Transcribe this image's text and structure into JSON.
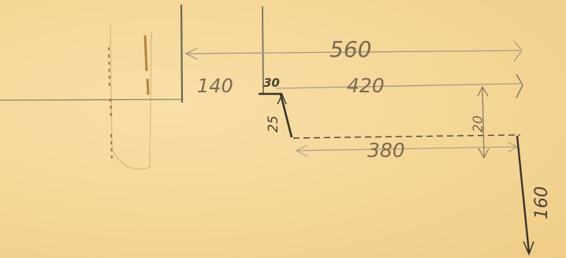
{
  "drawing": {
    "dimensions": {
      "overall_length": "560",
      "upper_length": "420",
      "left_offset": "140",
      "step_width": "30",
      "step_drop": "25",
      "lower_length": "380",
      "right_gap": "20",
      "right_drop": "160"
    },
    "colors": {
      "paper": "#f5d89c",
      "pencil_light": "#9a8b74",
      "pencil_dark": "#3b342c",
      "stain": "#a0661f"
    }
  }
}
